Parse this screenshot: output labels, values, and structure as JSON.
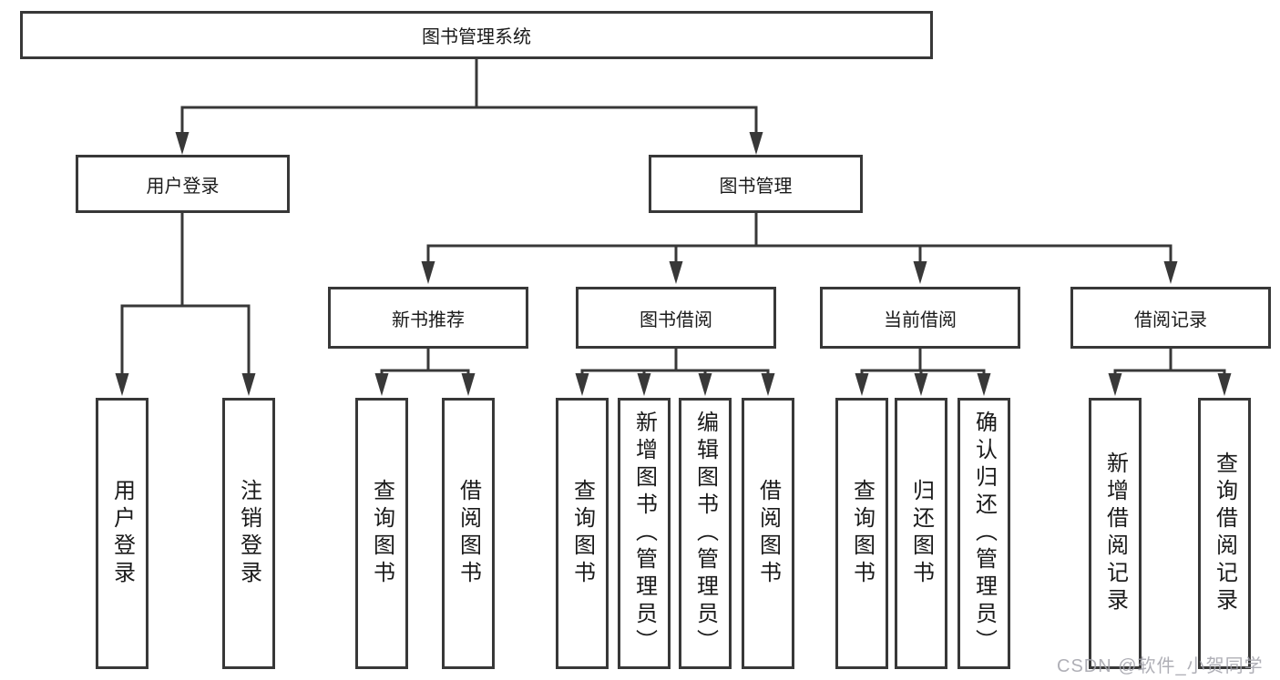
{
  "tree": {
    "label": "图书管理系统",
    "children": [
      {
        "label": "用户登录",
        "children": [
          {
            "label": "用户登录"
          },
          {
            "label": "注销登录"
          }
        ]
      },
      {
        "label": "图书管理",
        "children": [
          {
            "label": "新书推荐",
            "children": [
              {
                "label": "查询图书"
              },
              {
                "label": "借阅图书"
              }
            ]
          },
          {
            "label": "图书借阅",
            "children": [
              {
                "label": "查询图书"
              },
              {
                "label": "新增图书（管理员）"
              },
              {
                "label": "编辑图书（管理员）"
              },
              {
                "label": "借阅图书"
              }
            ]
          },
          {
            "label": "当前借阅",
            "children": [
              {
                "label": "查询图书"
              },
              {
                "label": "归还图书"
              },
              {
                "label": "确认归还（管理员）"
              }
            ]
          },
          {
            "label": "借阅记录",
            "children": [
              {
                "label": "新增借阅记录"
              },
              {
                "label": "查询借阅记录"
              }
            ]
          }
        ]
      }
    ]
  },
  "watermark": {
    "text": "CSDN @软件_小贺同学"
  },
  "colors": {
    "line": "#383838",
    "box_border": "#383838",
    "text": "#1a1a1a",
    "watermark": "#a2a2aa",
    "background": "#ffffff"
  }
}
